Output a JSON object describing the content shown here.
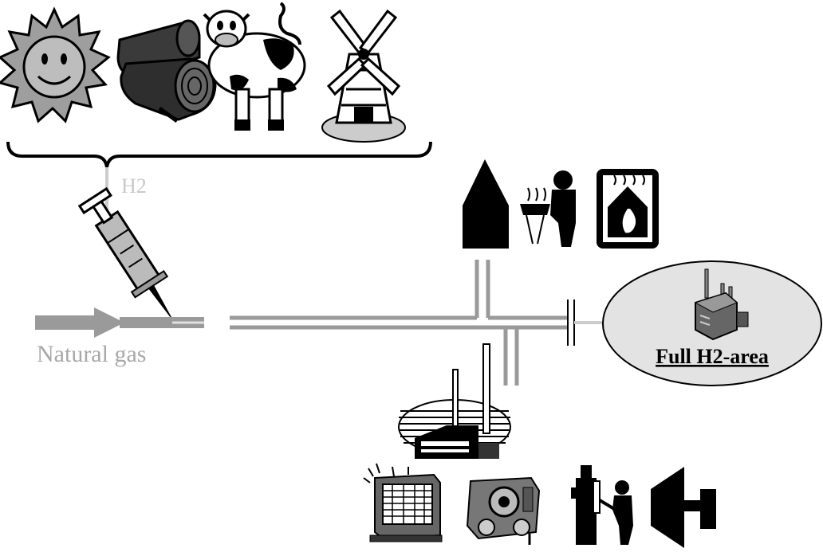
{
  "labels": {
    "h2": "H2",
    "natural_gas": "Natural gas",
    "full_h2_area": "Full H2-area"
  },
  "icons": [
    "sun-icon",
    "logs-icon",
    "cow-icon",
    "windmill-icon",
    "syringe-icon",
    "house-icon",
    "barbecue-person-icon",
    "fireplace-icon",
    "factory-icon",
    "power-plant-icon",
    "heater-icon",
    "engine-icon",
    "fuel-pump-person-icon",
    "gas-turbine-icon"
  ],
  "colors": {
    "black": "#000000",
    "pipe_gray": "#9a9a9a",
    "light_gray": "#cccccc",
    "label_gray": "#a8a8a8",
    "ellipse_fill": "#e3e3e3"
  }
}
